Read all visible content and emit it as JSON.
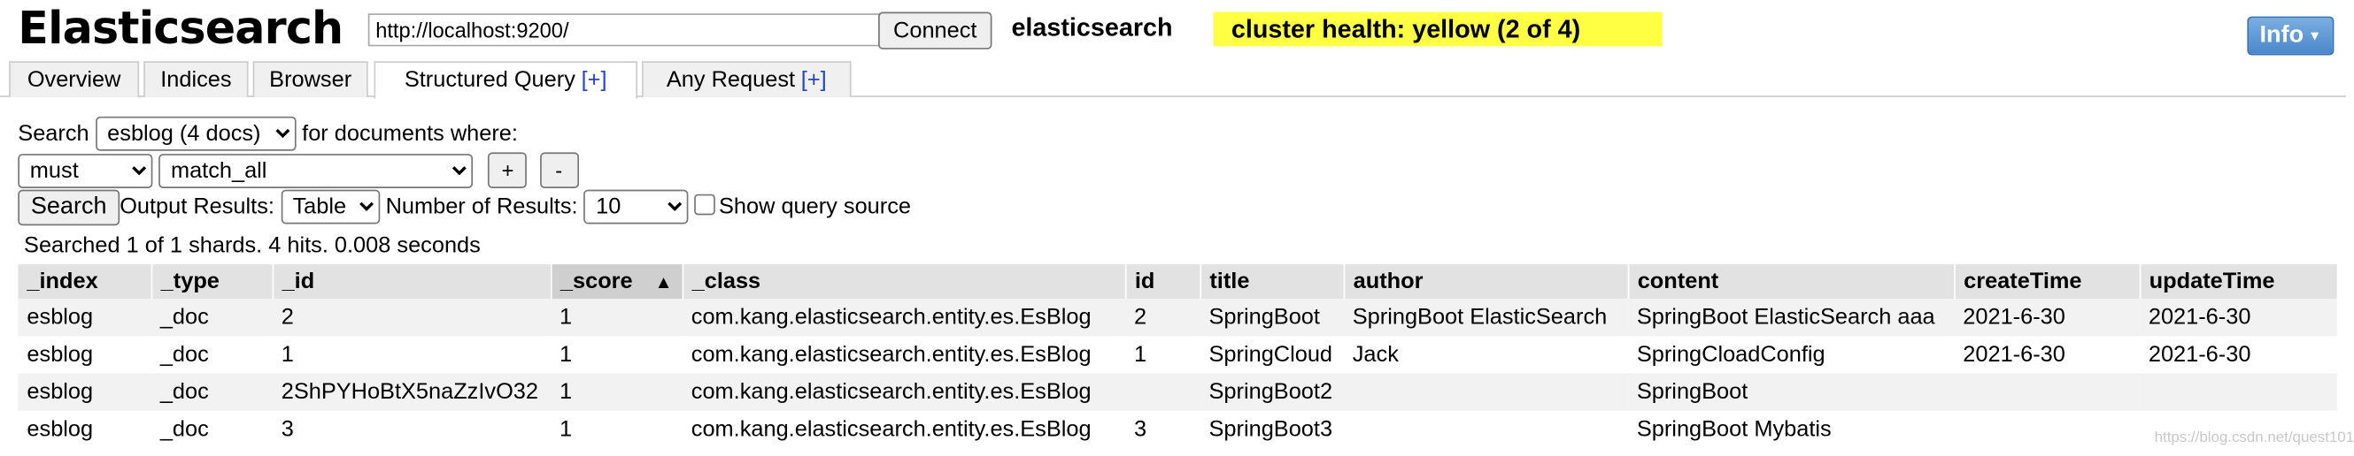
{
  "header": {
    "title": "Elasticsearch",
    "url": "http://localhost:9200/",
    "connect_label": "Connect",
    "cluster_name": "elasticsearch",
    "cluster_health": "cluster health: yellow (2 of 4)",
    "info_label": "Info",
    "health_color": "#ffff44"
  },
  "tabs": [
    {
      "label": "Overview"
    },
    {
      "label": "Indices"
    },
    {
      "label": "Browser"
    },
    {
      "label": "Structured Query",
      "plus": "[+]"
    },
    {
      "label": "Any Request",
      "plus": "[+]"
    }
  ],
  "query": {
    "search_label": "Search",
    "index_value": "esblog (4 docs)",
    "for_docs_label": "for documents where:",
    "bool_value": "must",
    "clause_value": "match_all",
    "add_label": "+",
    "remove_label": "-",
    "search_button": "Search",
    "output_label": "Output Results:",
    "output_value": "Table",
    "number_label": "Number of Results:",
    "number_value": "10",
    "show_source_label": "Show query source"
  },
  "summary": "Searched 1 of 1 shards. 4 hits. 0.008 seconds",
  "table": {
    "columns": [
      "_index",
      "_type",
      "_id",
      "_score",
      "_class",
      "id",
      "title",
      "author",
      "content",
      "createTime",
      "updateTime"
    ],
    "rows": [
      [
        "esblog",
        "_doc",
        "2",
        "1",
        "com.kang.elasticsearch.entity.es.EsBlog",
        "2",
        "SpringBoot",
        "SpringBoot ElasticSearch",
        "SpringBoot ElasticSearch aaa",
        "2021-6-30",
        "2021-6-30"
      ],
      [
        "esblog",
        "_doc",
        "1",
        "1",
        "com.kang.elasticsearch.entity.es.EsBlog",
        "1",
        "SpringCloud",
        "Jack",
        "SpringCloadConfig",
        "2021-6-30",
        "2021-6-30"
      ],
      [
        "esblog",
        "_doc",
        "2ShPYHoBtX5naZzIvO32",
        "1",
        "com.kang.elasticsearch.entity.es.EsBlog",
        "",
        "SpringBoot2",
        "",
        "SpringBoot",
        "",
        ""
      ],
      [
        "esblog",
        "_doc",
        "3",
        "1",
        "com.kang.elasticsearch.entity.es.EsBlog",
        "3",
        "SpringBoot3",
        "",
        "SpringBoot Mybatis",
        "",
        ""
      ]
    ]
  },
  "watermark": "https://blog.csdn.net/quest101"
}
